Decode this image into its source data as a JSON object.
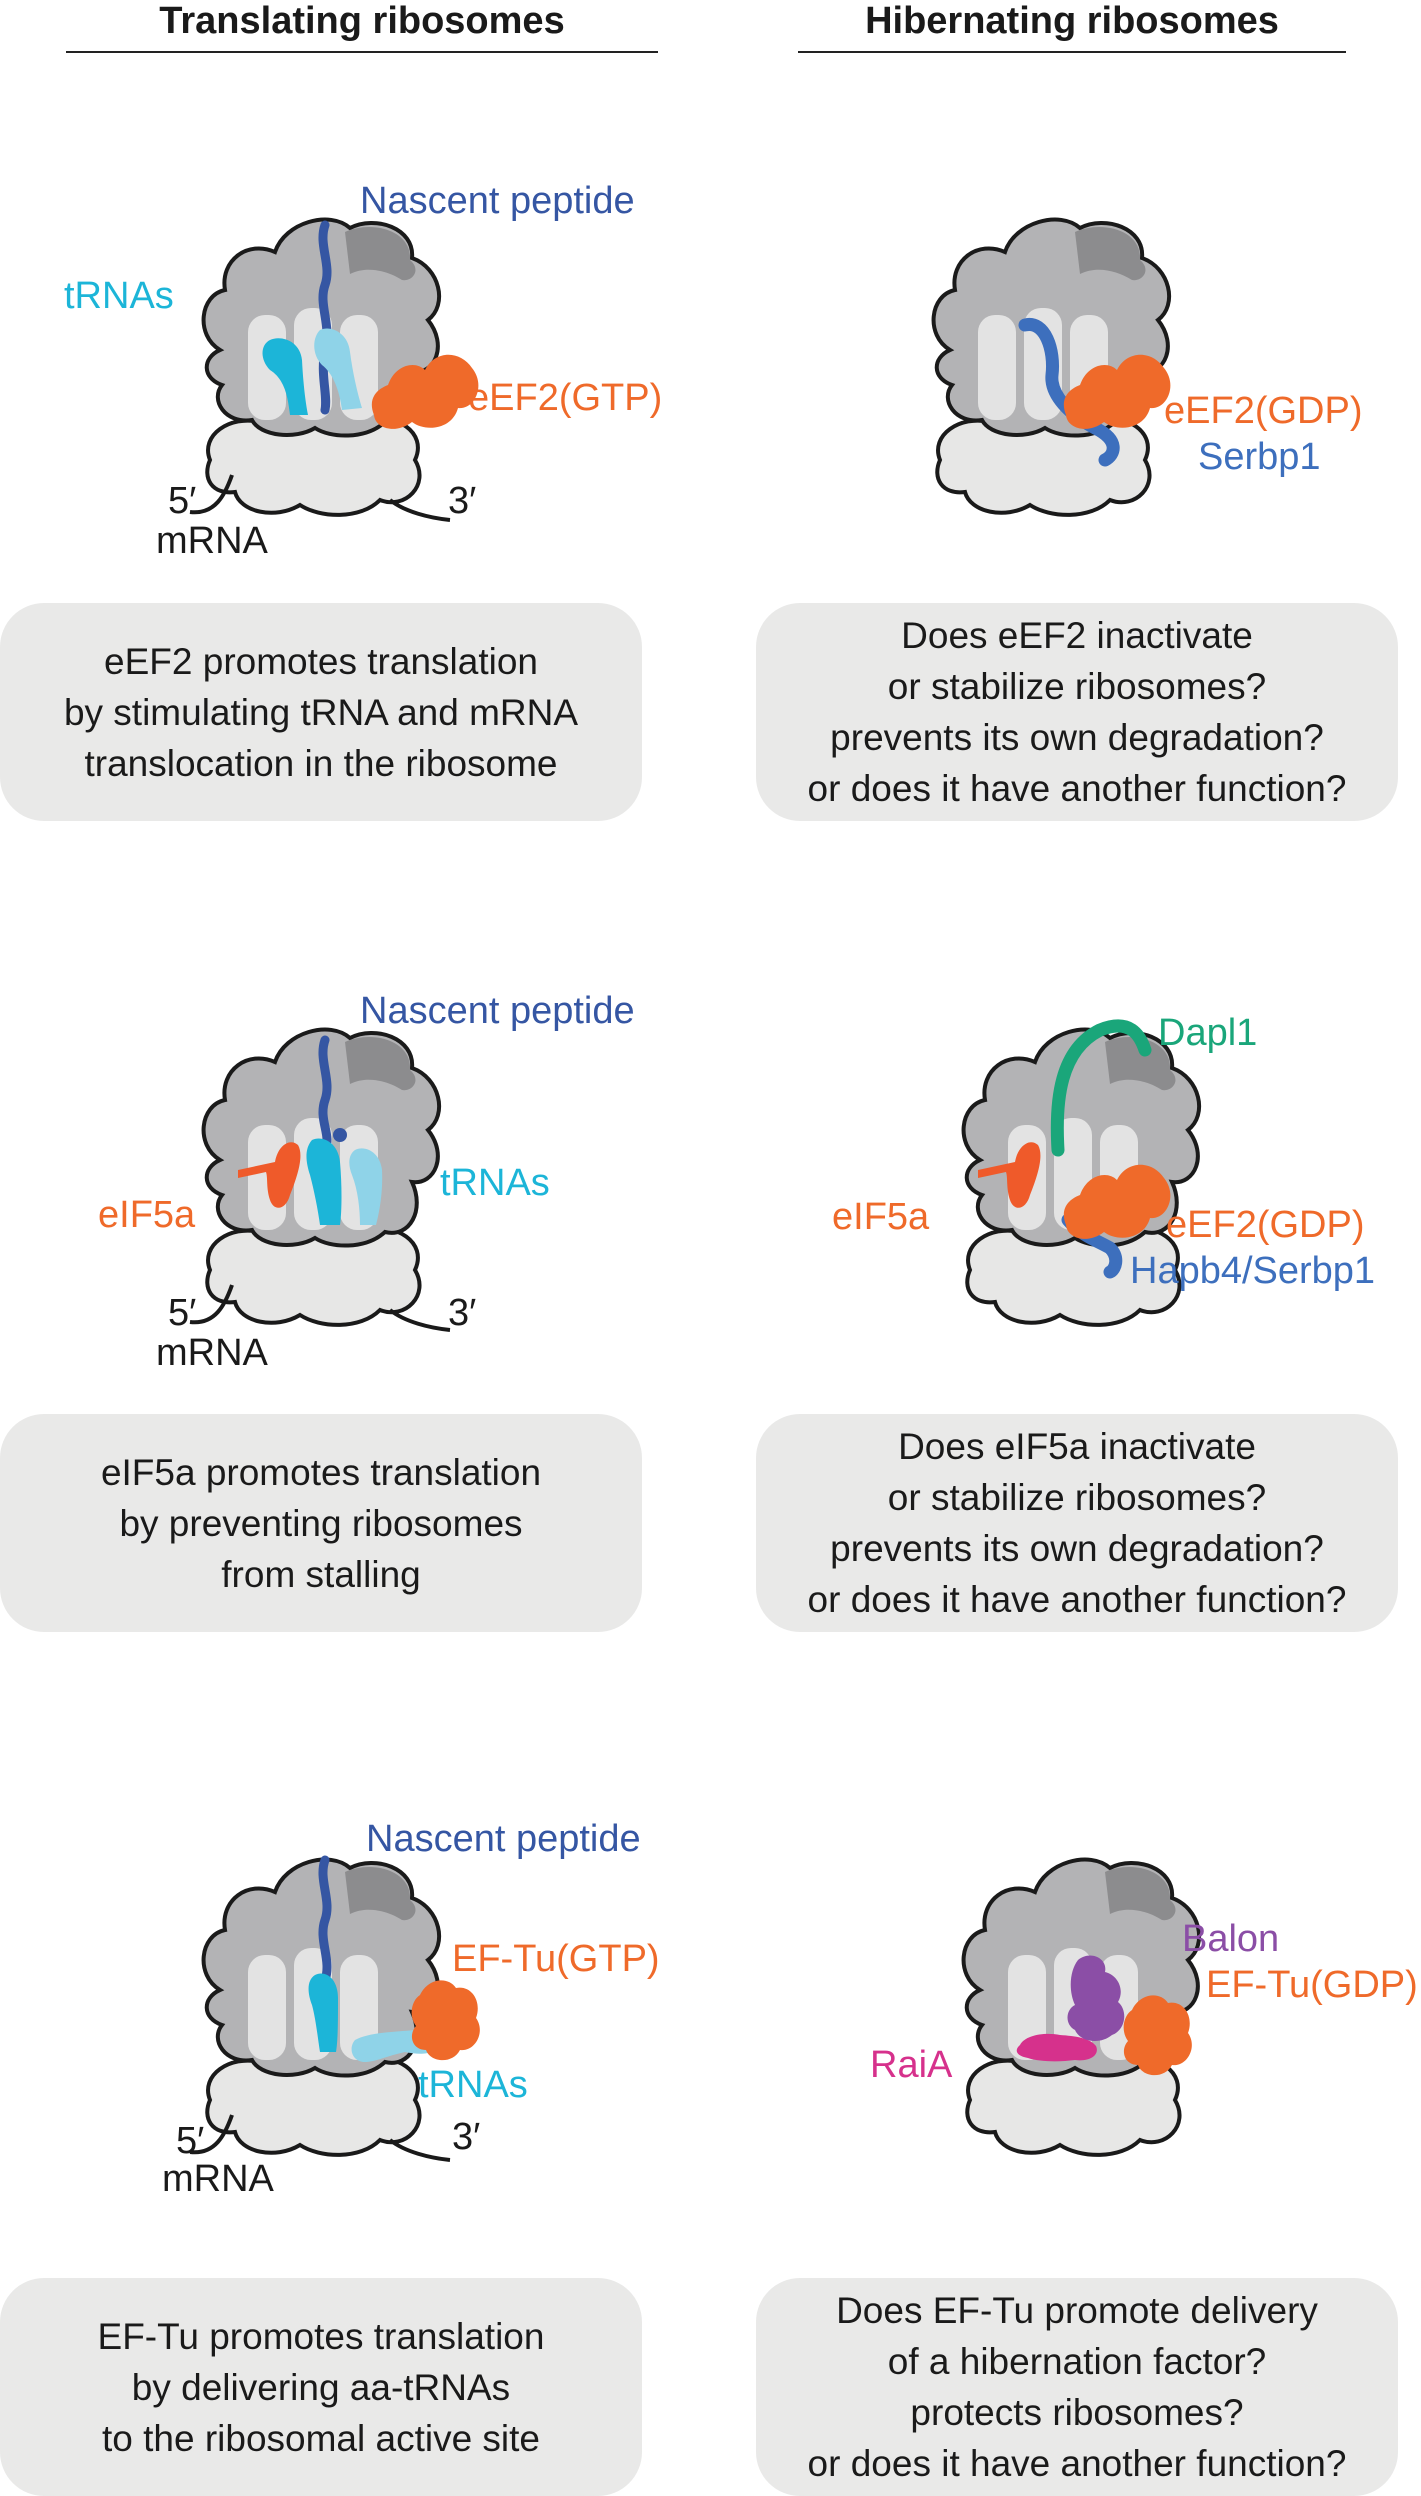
{
  "headers": {
    "left": "Translating ribosomes",
    "right": "Hibernating ribosomes"
  },
  "panels": {
    "eef2_translating": {
      "labels": {
        "nascent": "Nascent peptide",
        "trnas": "tRNAs",
        "factor": "eEF2(GTP)",
        "five": "5′",
        "three": "3′",
        "mrna": "mRNA"
      },
      "box": [
        "eEF2 promotes translation",
        "by stimulating tRNA and mRNA",
        "translocation in the ribosome"
      ]
    },
    "eef2_hibernating": {
      "labels": {
        "factor": "eEF2(GDP)",
        "partner": "Serbp1"
      },
      "box": [
        "Does eEF2 inactivate",
        "or stabilize ribosomes?",
        "prevents its own degradation?",
        "or does it have another function?"
      ]
    },
    "eif5a_translating": {
      "labels": {
        "nascent": "Nascent peptide",
        "trnas": "tRNAs",
        "factor": "eIF5a",
        "five": "5′",
        "three": "3′",
        "mrna": "mRNA"
      },
      "box": [
        "eIF5a promotes translation",
        "by preventing ribosomes",
        "from stalling"
      ]
    },
    "eif5a_hibernating": {
      "labels": {
        "dapl": "Dapl1",
        "factor": "eIF5a",
        "eef2": "eEF2(GDP)",
        "partner": "Hapb4/Serbp1"
      },
      "box": [
        "Does eIF5a inactivate",
        "or stabilize ribosomes?",
        "prevents its own degradation?",
        "or does it have another function?"
      ]
    },
    "eftu_translating": {
      "labels": {
        "nascent": "Nascent peptide",
        "factor": "EF-Tu(GTP)",
        "trnas": "tRNAs",
        "five": "5′",
        "three": "3′",
        "mrna": "mRNA"
      },
      "box": [
        "EF-Tu promotes translation",
        "by delivering aa-tRNAs",
        "to the ribosomal active site"
      ]
    },
    "eftu_hibernating": {
      "labels": {
        "balon": "Balon",
        "factor": "EF-Tu(GDP)",
        "raia": "RaiA"
      },
      "box": [
        "Does EF-Tu promote delivery",
        "of a hibernation factor?",
        "protects ribosomes?",
        "or does it have another function?"
      ]
    }
  },
  "colors": {
    "large_subunit": "#b3b3b5",
    "large_subunit_dark": "#8c8c8e",
    "small_subunit": "#e7e7e6",
    "box_fill": "#e9e9e8",
    "nascent_peptide": "#3556a3",
    "trna": "#1cb5d8",
    "trna_light": "#8fd3e8",
    "eef2_eftu": "#ef6a2a",
    "eif5a": "#ef5a2a",
    "serbp1": "#3d6fbd",
    "dapl1": "#1aa67a",
    "balon": "#8b4ea6",
    "raia": "#d6318c"
  }
}
